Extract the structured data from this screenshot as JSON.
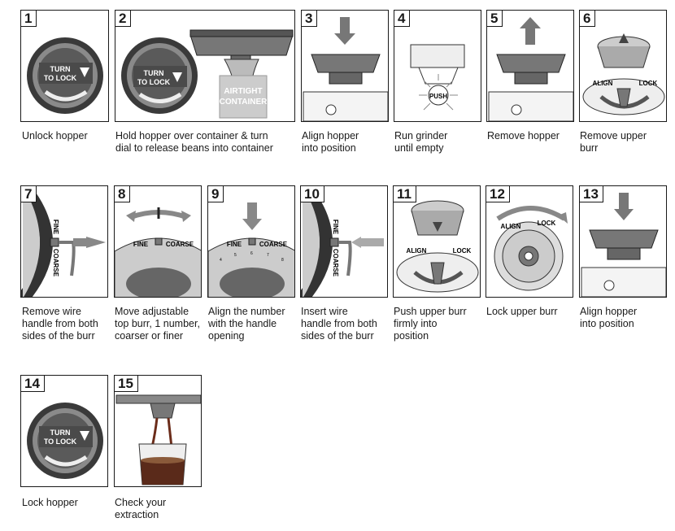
{
  "steps": [
    {
      "number": "1",
      "caption": "Unlock hopper"
    },
    {
      "number": "2",
      "caption": "Hold hopper over container & turn\ndial to release beans into container"
    },
    {
      "number": "3",
      "caption": "Align hopper\ninto position"
    },
    {
      "number": "4",
      "caption": "Run grinder\nuntil empty"
    },
    {
      "number": "5",
      "caption": "Remove hopper"
    },
    {
      "number": "6",
      "caption": "Remove upper\nburr"
    },
    {
      "number": "7",
      "caption": "Remove wire\nhandle from both\nsides of the burr"
    },
    {
      "number": "8",
      "caption": "Move adjustable\ntop burr, 1 number,\ncoarser or finer"
    },
    {
      "number": "9",
      "caption": "Align the number\nwith the handle\nopening"
    },
    {
      "number": "10",
      "caption": "Insert wire\nhandle from both\nsides of the burr"
    },
    {
      "number": "11",
      "caption": "Push upper burr\nfirmly into\nposition"
    },
    {
      "number": "12",
      "caption": "Lock upper burr"
    },
    {
      "number": "13",
      "caption": "Align hopper\ninto position"
    },
    {
      "number": "14",
      "caption": "Lock hopper"
    },
    {
      "number": "15",
      "caption": "Check your\nextraction"
    }
  ],
  "labels": {
    "turn_to_lock_1": "TURN",
    "turn_to_lock_2": "TO LOCK",
    "airtight_1": "AIRTIGHT",
    "airtight_2": "CONTAINER",
    "push": "PUSH",
    "align": "ALIGN",
    "lock": "LOCK",
    "fine": "FINE",
    "coarse": "COARSE",
    "scale_numbers": [
      "4",
      "5",
      "6",
      "7",
      "8"
    ]
  }
}
